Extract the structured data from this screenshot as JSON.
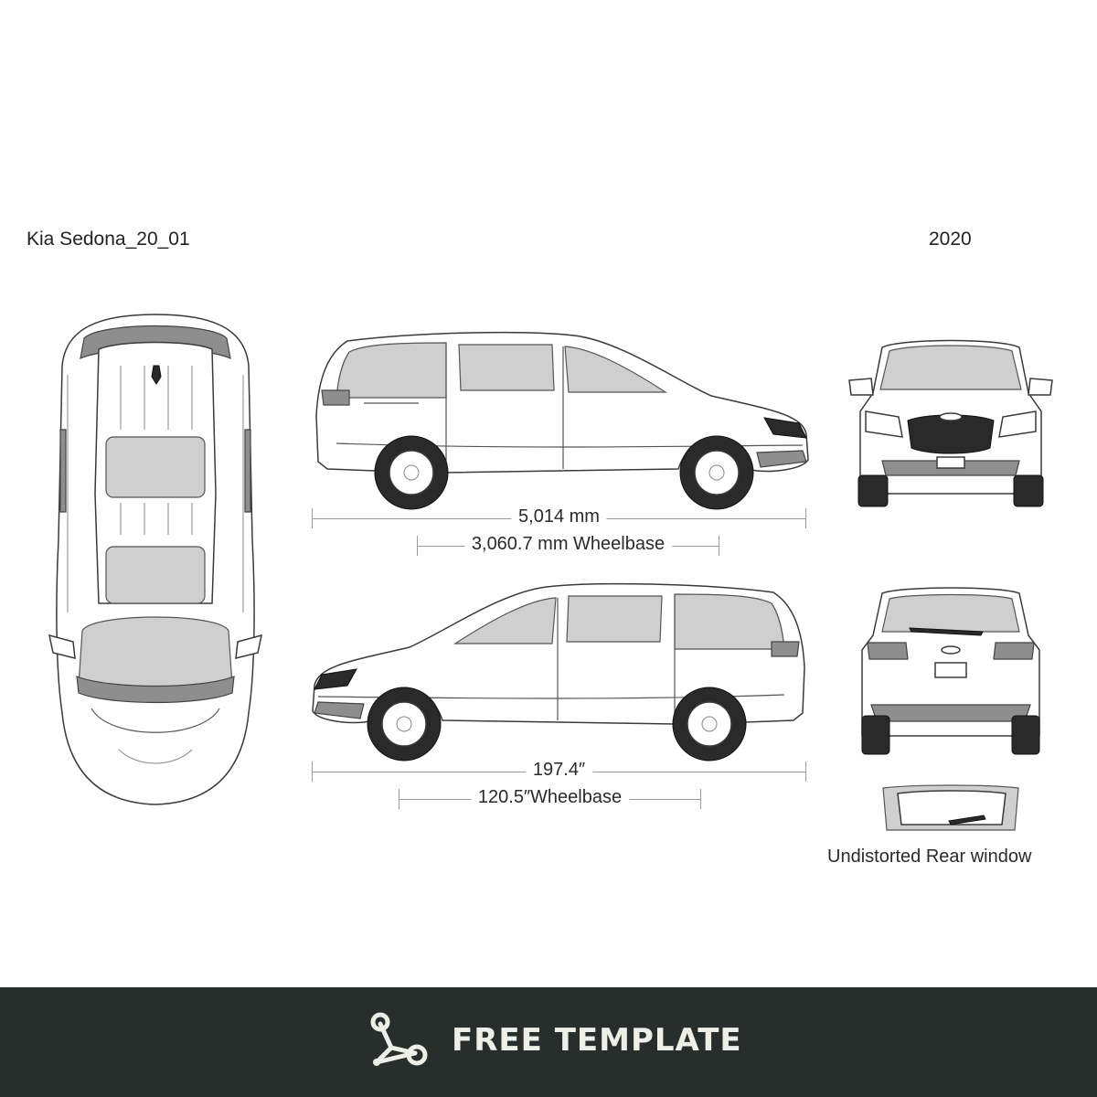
{
  "header": {
    "title": "Kia Sedona_20_01",
    "year": "2020"
  },
  "dimensions": {
    "metric": {
      "length": "5,014 mm",
      "wheelbase": "3,060.7 mm Wheelbase"
    },
    "imperial": {
      "length": "197.4″",
      "wheelbase": "120.5″Wheelbase"
    }
  },
  "rear_window": {
    "caption": "Undistorted Rear window"
  },
  "footer": {
    "label": "FREE TEMPLATE"
  },
  "icons": {
    "footer_logo": "molecule-nodes-icon"
  },
  "colors": {
    "footer_background": "#272e2c",
    "footer_text": "#eef0e8",
    "glass": "#cfcfcf",
    "outline": "#3a3a3a"
  }
}
